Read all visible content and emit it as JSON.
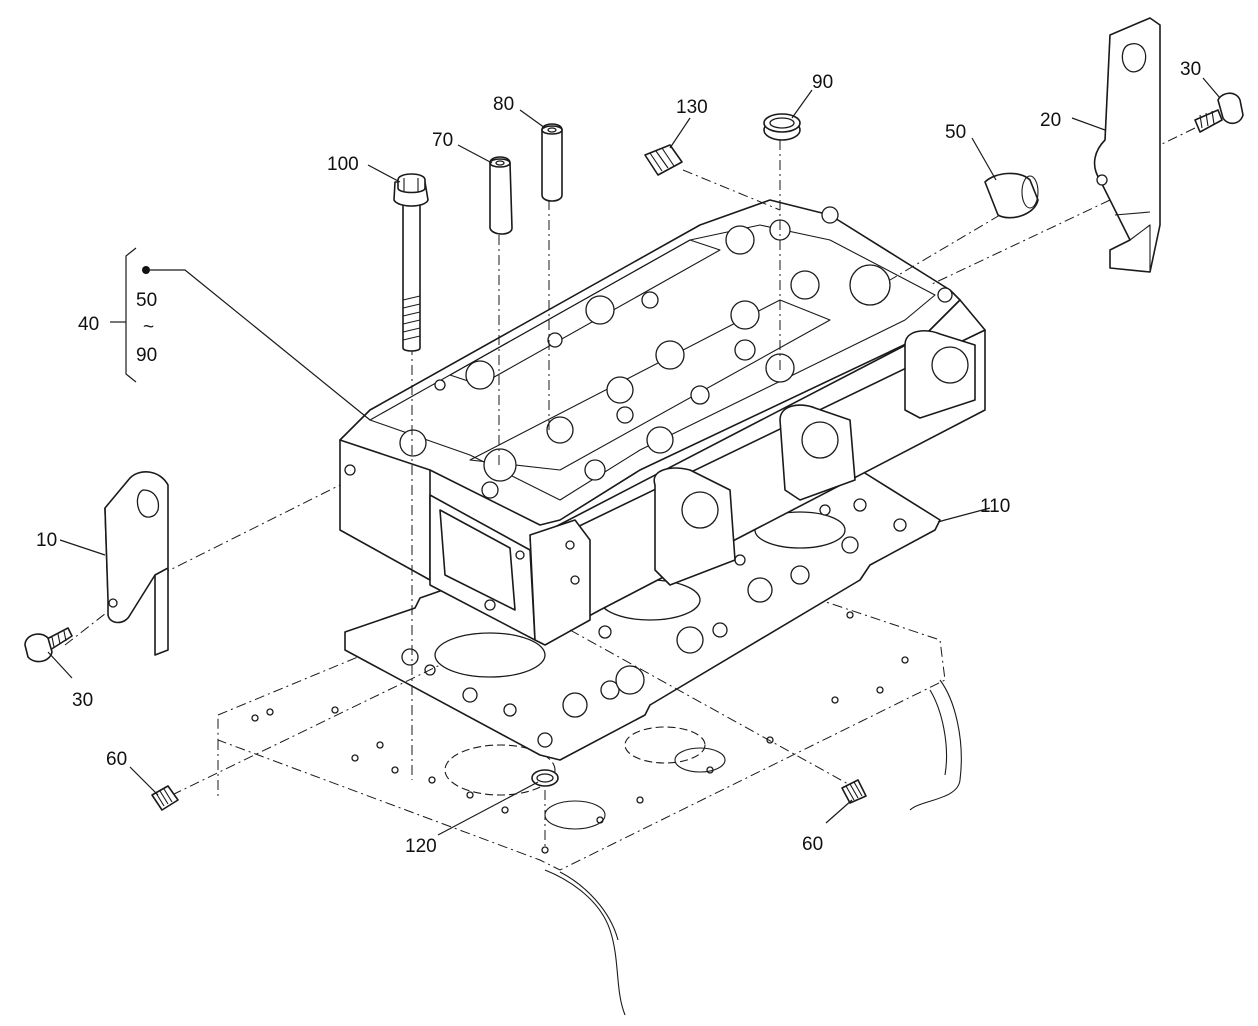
{
  "callouts": {
    "c10": "10",
    "c20": "20",
    "c30_right": "30",
    "c30_left": "30",
    "c40": "40",
    "c40_from": "50",
    "c40_tilde": "~",
    "c40_to": "90",
    "c50": "50",
    "c60_left": "60",
    "c60_right": "60",
    "c70": "70",
    "c80": "80",
    "c90": "90",
    "c100": "100",
    "c110": "110",
    "c120": "120",
    "c130": "130"
  }
}
